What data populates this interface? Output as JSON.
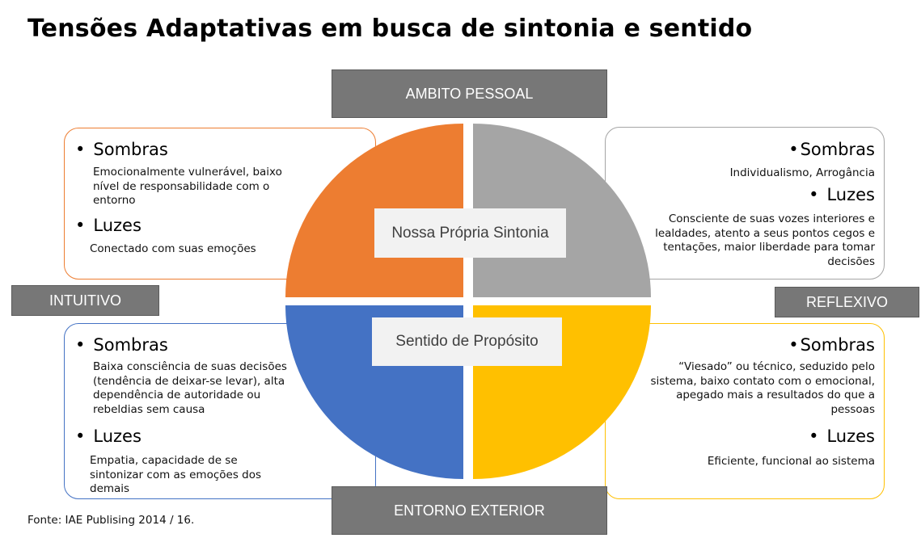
{
  "title": "Tensões Adaptativas em busca de sintonia e sentido",
  "axis_labels": {
    "top": "AMBITO PESSOAL",
    "bottom": "ENTORNO EXTERIOR",
    "left": "INTUITIVO",
    "right": "REFLEXIVO"
  },
  "center_labels": {
    "top": "Nossa Própria Sintonia",
    "bottom": "Sentido de Propósito"
  },
  "quadrants": {
    "top_left": {
      "color": "#ED7D31",
      "sombras_heading": "Sombras",
      "sombras_text": "Emocionalmente vulnerável, baixo nível de responsabilidade com o entorno",
      "luzes_heading": "Luzes",
      "luzes_text": "Conectado com suas emoções"
    },
    "top_right": {
      "color": "#A5A5A5",
      "sombras_heading": "Sombras",
      "sombras_text": "Individualismo, Arrogância",
      "luzes_heading": "Luzes",
      "luzes_text": "Consciente de suas vozes interiores e lealdades, atento a seus pontos cegos e tentações, maior liberdade para tomar decisões"
    },
    "bottom_left": {
      "color": "#4472C4",
      "sombras_heading": "Sombras",
      "sombras_text": "Baixa consciência de suas decisões (tendência de deixar-se levar), alta dependência de autoridade ou rebeldias sem causa",
      "luzes_heading": "Luzes",
      "luzes_text": "Empatia, capacidade de se sintonizar com as emoções dos demais"
    },
    "bottom_right": {
      "color": "#FFC000",
      "sombras_heading": "Sombras",
      "sombras_text": "“Viesado” ou técnico, seduzido pelo sistema, baixo contato com o emocional, apegado mais a resultados do que a pessoas",
      "luzes_heading": "Luzes",
      "luzes_text": "Eficiente, funcional ao sistema"
    }
  },
  "source": "Fonte: IAE Publising 2014 / 16."
}
